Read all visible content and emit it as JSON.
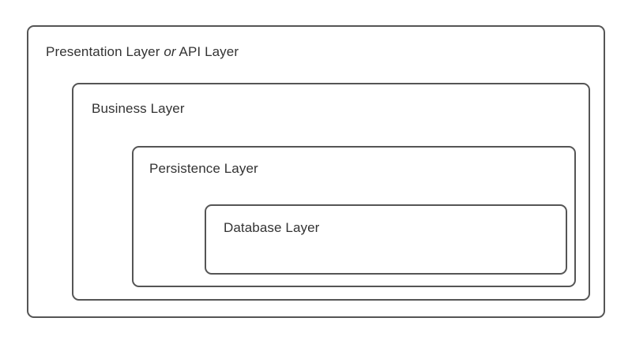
{
  "diagram": {
    "type": "nested-layered-architecture",
    "title": "",
    "background_color": "#ffffff",
    "border_color": "#555555",
    "text_color": "#333333",
    "layers": [
      {
        "id": "presentation",
        "label_prefix": "Presentation Layer",
        "label_emphasis": "or",
        "label_suffix": "API Layer",
        "label_full": "Presentation Layer or API Layer",
        "depth": 0
      },
      {
        "id": "business",
        "label": "Business Layer",
        "depth": 1
      },
      {
        "id": "persistence",
        "label": "Persistence Layer",
        "depth": 2
      },
      {
        "id": "database",
        "label": "Database Layer",
        "depth": 3
      }
    ]
  }
}
